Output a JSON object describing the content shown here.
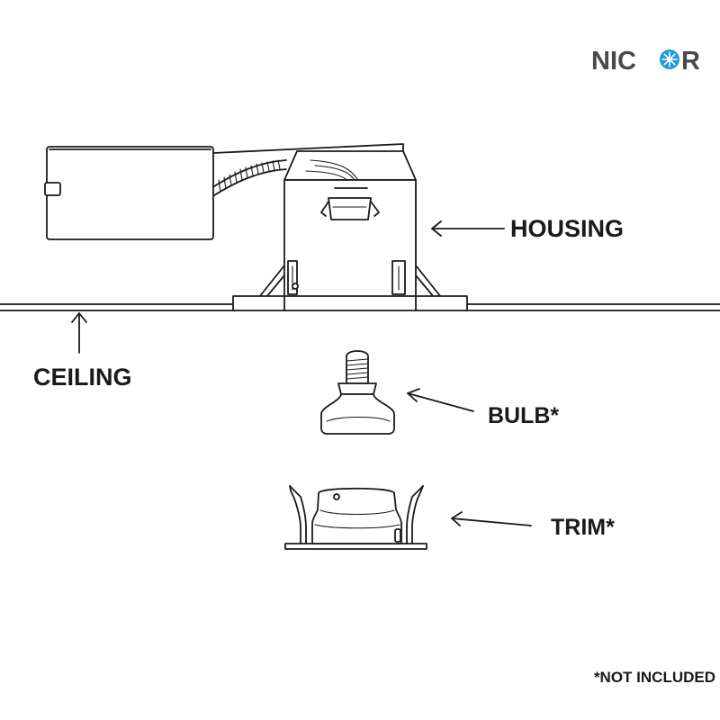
{
  "brand": {
    "name_left": "NIC",
    "name_right": "R",
    "accent_color": "#1e9ad6",
    "text_color": "#4a4a4a"
  },
  "labels": {
    "housing": "HOUSING",
    "ceiling": "CEILING",
    "bulb": "BULB*",
    "trim": "TRIM*"
  },
  "footnote": "*NOT INCLUDED"
}
